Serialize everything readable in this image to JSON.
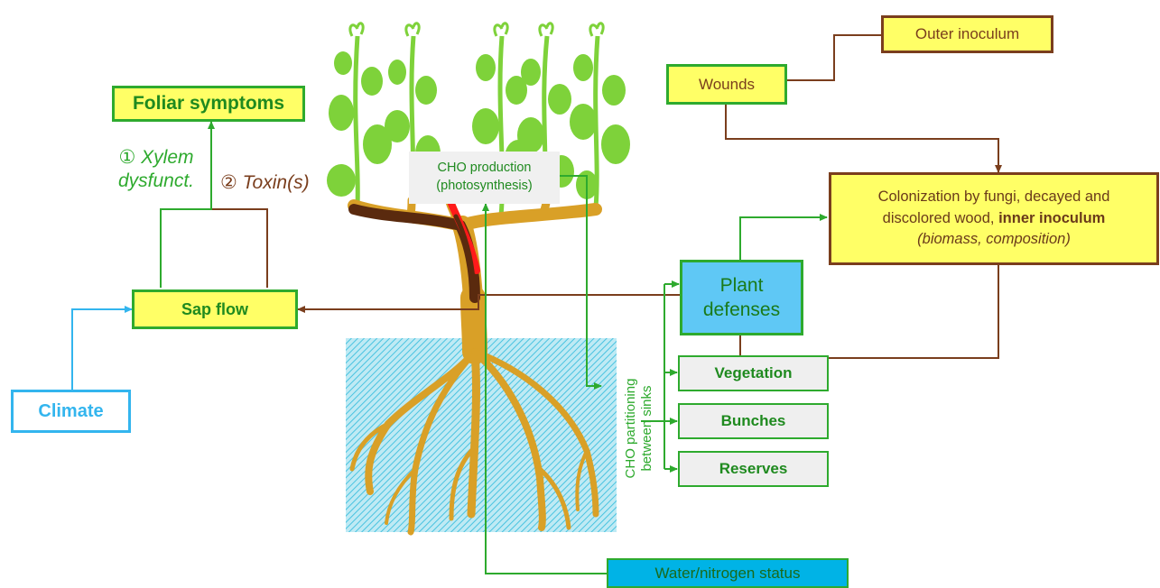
{
  "boxes": {
    "foliar_symptoms": "Foliar symptoms",
    "sap_flow": "Sap flow",
    "climate": "Climate",
    "outer_inoculum": "Outer inoculum",
    "wounds": "Wounds",
    "colonization_line1": "Colonization by fungi, decayed and",
    "colonization_line2a": "discolored wood, ",
    "colonization_line2b": "inner inoculum",
    "colonization_line3": "(biomass, composition)",
    "plant_defenses_line1": "Plant",
    "plant_defenses_line2": "defenses",
    "vegetation": "Vegetation",
    "bunches": "Bunches",
    "reserves": "Reserves",
    "water_nitrogen": "Water/nitrogen status",
    "cho_production_line1": "CHO production",
    "cho_production_line2": "(photosynthesis)"
  },
  "labels": {
    "xylem_line1": "① Xylem",
    "xylem_line2": "dysfunct.",
    "toxins": "② Toxin(s)",
    "cho_partition_line1": "CHO partitioning",
    "cho_partition_line2": "between sinks"
  },
  "colors": {
    "green": "#2eaa2e",
    "brown": "#7a3e1d",
    "blue": "#33b5ee",
    "yellow": "#ffff66",
    "wood": "#d9a027",
    "leaf": "#7ed23a",
    "soil": "#6ccfe6",
    "lesion_red": "#ff1a1a"
  }
}
